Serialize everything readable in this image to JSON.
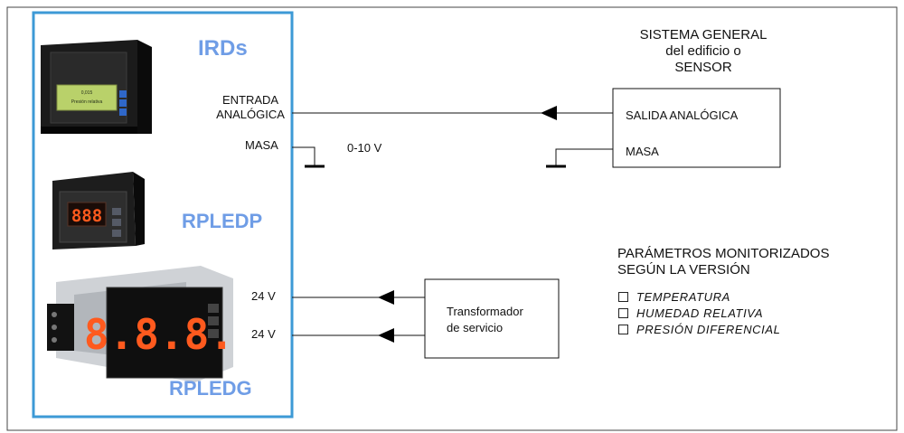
{
  "devices": {
    "ird_label": "IRDs",
    "ird_screen_line1": "0,015",
    "ird_screen_line2": "Presión relativa",
    "rpledp_label": "RPLEDP",
    "rpledp_digits": "888",
    "rpledg_label": "RPLEDG",
    "rpledg_digits": "8.8.8."
  },
  "inputs": {
    "entrada_line1": "ENTRADA",
    "entrada_line2": "ANALÓGICA",
    "masa": "MASA",
    "voltage": "0-10 V",
    "v24_top": "24 V",
    "v24_bottom": "24 V"
  },
  "sensor": {
    "title_line1": "SISTEMA GENERAL",
    "title_line2": "del edificio o",
    "title_line3": "SENSOR",
    "salida": "SALIDA  ANALÓGICA",
    "masa": "MASA"
  },
  "transformer": {
    "line1": "Transformador",
    "line2": "de servicio"
  },
  "parameters": {
    "title_line1": "PARÁMETROS MONITORIZADOS",
    "title_line2": "SEGÚN LA VERSIÓN",
    "items": [
      "TEMPERATURA",
      "HUMEDAD RELATIVA",
      "PRESIÓN DIFERENCIAL"
    ]
  },
  "colors": {
    "panel_border": "#3d9ad6",
    "brand_text": "#6f9de6",
    "led_digits": "#ff5a1e",
    "lcd_screen": "#b9d16a"
  }
}
